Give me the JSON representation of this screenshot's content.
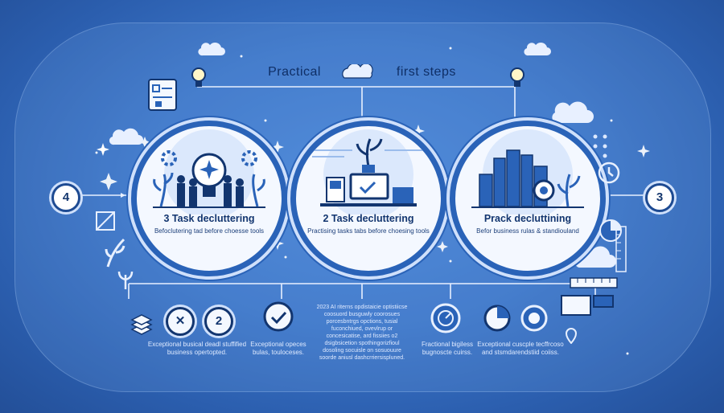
{
  "title": {
    "left": "Practical",
    "right": "first steps"
  },
  "steps": [
    {
      "number": "3",
      "heading": "Task decluttering",
      "sub": "Befoclutering tad before choesse tools"
    },
    {
      "number": "2",
      "heading": "Task decluttering",
      "sub": "Practising tasks tabs before choesing tools"
    },
    {
      "number": "",
      "heading": "Prack decluttining",
      "sub": "Befor business rulas & standiouland"
    }
  ],
  "side_badges": {
    "left": "4",
    "right": "3"
  },
  "bottom_badges": {
    "x": "✕",
    "two": "2"
  },
  "captions": {
    "c1": "Exceptional busical deadl stuffified business opertopted.",
    "c2": "Exceptional opeces bulas, touloceses.",
    "c3": "2023 AI riterns opdistaicie optistiicse coosuord busguwly coorosues porcesbntrgs opctions, tusial fuconchiued, ovevlrup or concesicatise, ard fissiies o2 dsigbsicetion spothingorizfioul dosoling socuisle on sosuouure soorde aniusl dashcrriersispluned.",
    "c4": "Fractional bigiless bugnoscte cuirss.",
    "c5": "Exceptional cuscple tecffrcoso and stsmdarendstiid coiiss."
  },
  "colors": {
    "accent": "#2a63b8",
    "dark": "#12356f",
    "bg": "#3a73c6"
  }
}
